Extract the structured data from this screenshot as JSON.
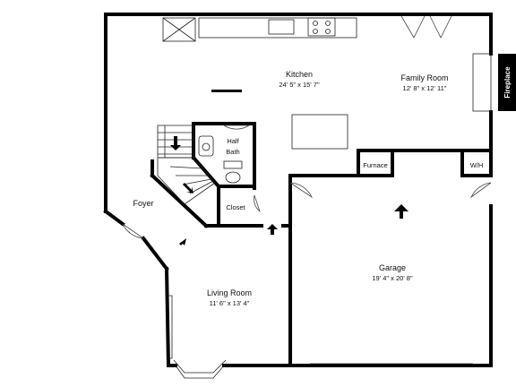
{
  "rooms": {
    "kitchen": {
      "name": "Kitchen",
      "dims": "24' 5\" x 15' 7\""
    },
    "family_room": {
      "name": "Family Room",
      "dims": "12' 8\" x 12' 11\""
    },
    "fireplace": {
      "name": "Fireplace"
    },
    "half_bath": {
      "name_line1": "Half",
      "name_line2": "Bath"
    },
    "closet": {
      "name": "Closet"
    },
    "foyer": {
      "name": "Foyer"
    },
    "furnace": {
      "name": "Furnace"
    },
    "wh": {
      "name": "W/H"
    },
    "garage": {
      "name": "Garage",
      "dims": "19' 4\" x 20' 8\""
    },
    "living_room": {
      "name": "Living Room",
      "dims": "11' 6\" x 13' 4\""
    }
  }
}
